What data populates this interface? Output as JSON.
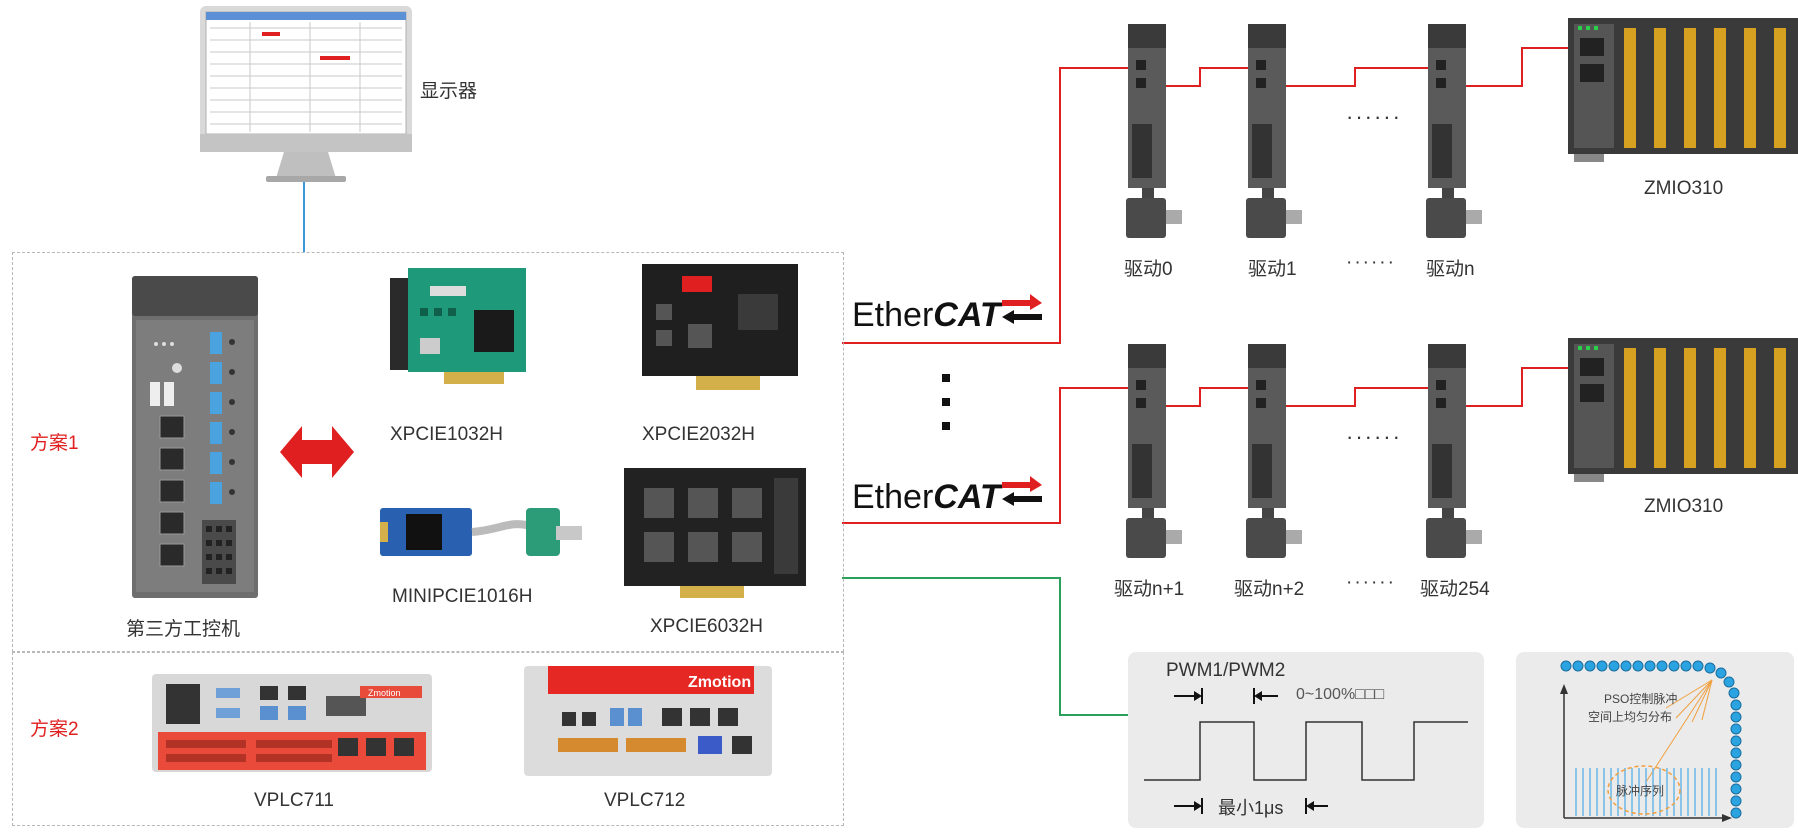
{
  "monitor": {
    "label": "显示器"
  },
  "scheme1": {
    "label": "方案1"
  },
  "scheme2": {
    "label": "方案2"
  },
  "ipc": {
    "label": "第三方工控机"
  },
  "cards": {
    "xpcie1032h": "XPCIE1032H",
    "xpcie2032h": "XPCIE2032H",
    "minipcie1016h": "MINIPCIE1016H",
    "xpcie6032h": "XPCIE6032H"
  },
  "vplc": {
    "vplc711": "VPLC711",
    "vplc712": "VPLC712",
    "brand": "Zmotion"
  },
  "ethercat": {
    "ether": "Ether",
    "cat": "CAT"
  },
  "ellipsis": "······",
  "row1": {
    "drives": [
      "驱动0",
      "驱动1",
      "驱动n"
    ],
    "io": "ZMIO310"
  },
  "row2": {
    "drives": [
      "驱动n+1",
      "驱动n+2",
      "驱动254"
    ],
    "io": "ZMIO310"
  },
  "pwm": {
    "title": "PWM1/PWM2",
    "duty": "0~100%□□□",
    "min_pulse": "最小1μs"
  },
  "pso": {
    "title_line1": "PSO控制脉冲",
    "title_line2": "空间上均匀分布",
    "pulse_train": "脉冲序列"
  },
  "colors": {
    "red_line": "#e02020",
    "green_line": "#2aa05a",
    "blue_line": "#3a9ad9",
    "label_red": "#e02020",
    "pso_dot": "#2aa3e0"
  }
}
